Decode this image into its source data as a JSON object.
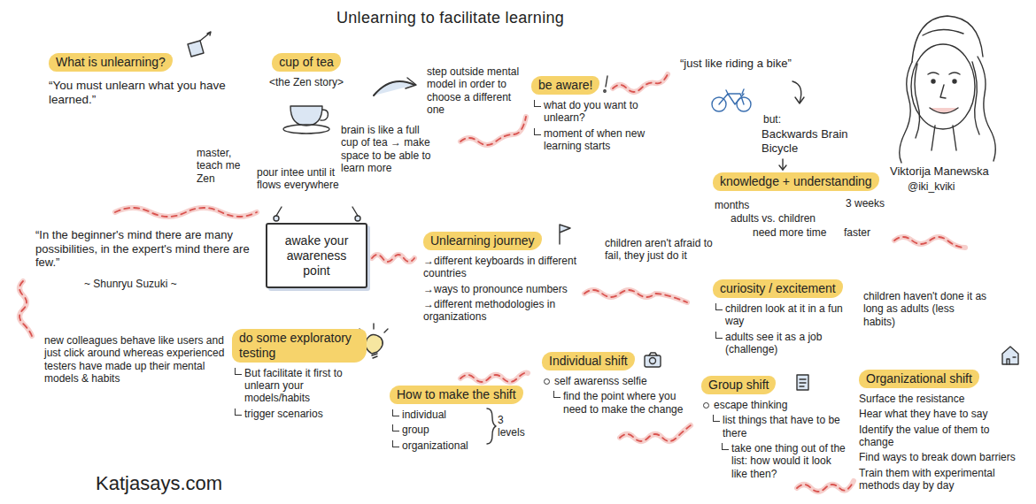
{
  "diagram": {
    "title": "Unlearning to facilitate learning",
    "nodes": [
      {
        "text": [
          "What is unlearning?",
          "“You must unlearn what you have learned.”"
        ]
      },
      {
        "text": [
          "cup of tea",
          "<the Zen story>"
        ]
      },
      {
        "text": [
          "be aware!",
          "what do you want to unlearn?",
          "moment of when new learning starts"
        ]
      },
      {
        "text": [
          "knowledge + understanding",
          "months",
          "adults vs. children",
          "3 weeks",
          "need more time",
          "faster"
        ]
      },
      {
        "text": [
          "awake your awareness point"
        ]
      },
      {
        "text": [
          "Unlearning journey",
          "→different keyboards in different countries",
          "→ways to pronounce numbers",
          "→different methodologies in organizations"
        ]
      },
      {
        "text": [
          "curiosity / excitement",
          "children look at it in a fun way",
          "adults see it as a job (challenge)"
        ]
      },
      {
        "text": [
          "do some exploratory testing",
          "But facilitate it first to unlearn your models/habits",
          "trigger scenarios"
        ]
      },
      {
        "text": [
          "How to make the shift",
          "individual",
          "group",
          "organizational"
        ]
      },
      {
        "text": [
          "Individual shift",
          "self awarenss selfie",
          "find the point where you need to make the change"
        ]
      },
      {
        "text": [
          "Group shift",
          "escape thinking",
          "list things that have to be there",
          "take one thing out of the list: how would it look like then?"
        ]
      },
      {
        "text": [
          "Organizational shift",
          "Surface the resistance",
          "Hear what they have to say",
          "Identify the value of them to change",
          "Find ways to break down barriers",
          "Train them with experimental methods day by day"
        ]
      }
    ],
    "labels": [
      "step outside mental model in order to choose a different one",
      "master, teach me Zen",
      "pour intee until it flows everywhere",
      "brain is like a full cup of tea → make space to be able to learn more",
      "“just like riding a bike”",
      "but:",
      "Backwards Brain Bicycle",
      "Viktorija Manewska",
      "@iki_kviki",
      "“In the beginner's mind there are many possibilities, in the expert's mind there are few.”",
      "~ Shunryu Suzuki ~",
      "children aren't afraid to fail, they just do it",
      "children haven't done it as long as adults (less habits)",
      "new colleagues behave like users and just click around whereas experienced testers have made up their mental models & habits",
      "3 levels",
      "Katjasays.com"
    ]
  }
}
